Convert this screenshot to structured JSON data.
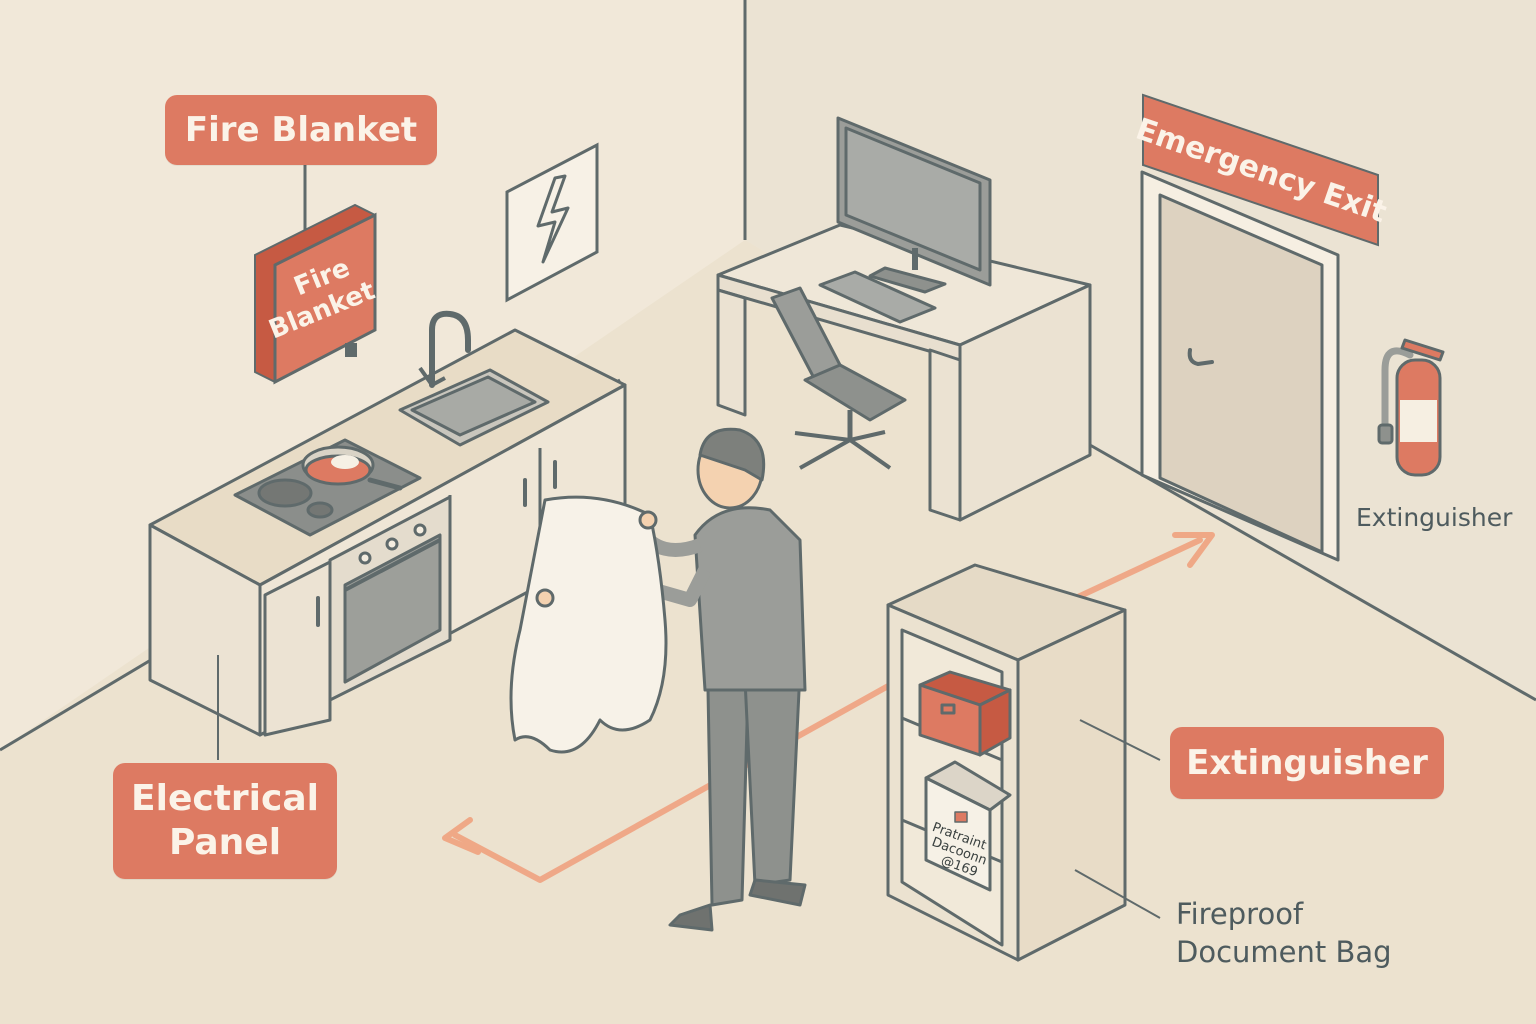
{
  "scene": {
    "title": "Home fire safety equipment illustration",
    "colors": {
      "background": "#efe7d8",
      "wall_left": "#f1e8d9",
      "wall_right": "#ebe3d3",
      "floor": "#ece2cf",
      "accent": "#dd7a62",
      "outline": "#5f6a6b",
      "label_text": "#fbf3e8",
      "plain_text": "#4e5b5e",
      "furniture": "#e9e0cf",
      "metal": "#9a9d99"
    }
  },
  "callouts": {
    "fire_blanket": "Fire Blanket",
    "electrical_panel_line1": "Electrical",
    "electrical_panel_line2": "Panel",
    "extinguisher_main": "Extinguisher",
    "emergency_exit": "Emergency Exit"
  },
  "plain_labels": {
    "extinguisher_wall": "Extinguisher",
    "fireproof_bag_line1": "Fireproof",
    "fireproof_bag_line2": "Document Bag"
  },
  "objects": {
    "fire_blanket_box_line1": "Fire",
    "fire_blanket_box_line2": "Blanket",
    "document_box_line1": "Pratraint",
    "document_box_line2": "Dacoonn",
    "document_box_line3": "@169"
  },
  "icons": {
    "electrical_sign": "lightning-bolt",
    "escape_route": "arrow",
    "extinguisher": "fire-extinguisher"
  }
}
